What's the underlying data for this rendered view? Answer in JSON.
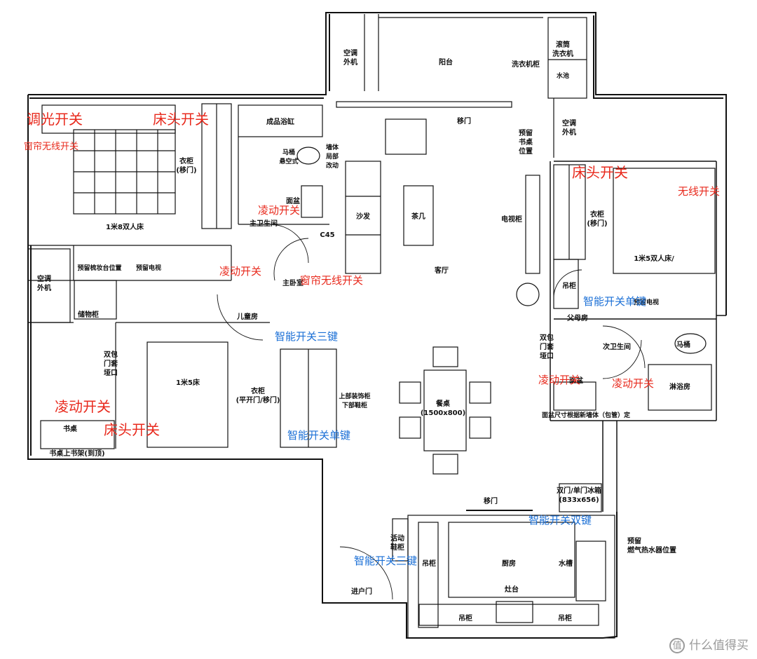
{
  "rooms": {
    "balcony": "阳台",
    "drum_washer": "滚筒\n洗衣机",
    "washer_cabinet": "洗衣机柜",
    "sink_pool": "水池",
    "ac_out_top": "空调\n外机",
    "ac_out_right": "空调\n外机",
    "ac_out_left": "空调\n外机",
    "sliding_door_top": "移门",
    "desk_reserved": "预留\n书桌\n位置",
    "bathtub": "成品浴缸",
    "toilet_wall": "马桶\n悬空式",
    "wall_mod": "墙体\n局部\n改动",
    "wardrobe_master": "衣柜\n(移门)",
    "bed_master": "1米8双人床",
    "basin_master": "面盆",
    "master_bath": "主卫生间",
    "c45": "C45",
    "sofa": "沙发",
    "coffee_table": "茶几",
    "tv_cabinet": "电视柜",
    "living": "客厅",
    "vanity_reserved": "预留梳妆台位置",
    "tv_reserved": "预留电视",
    "master_bedroom": "主卧室",
    "storage": "储物柜",
    "double_door": "双包\n门套\n垭口",
    "kids_room": "儿童房",
    "bed_kid": "1米5床",
    "wardrobe_kid": "衣柜\n(平开门/移门)",
    "deco_cab": "上部装饰柜\n下部鞋柜",
    "desk": "书桌",
    "bookshelf": "书桌上书架(到顶)",
    "dining": "餐桌\n(1500x800)",
    "wardrobe_parent": "衣柜\n(移门)",
    "bed_parent": "1米5双人床/",
    "hang_cab_parent": "吊柜",
    "tv_parent": "预留电视",
    "parents_room": "父母房",
    "double_door_parent": "双包\n门套\n垭口",
    "second_bath": "次卫生间",
    "toilet2": "马桶",
    "shower": "淋浴房",
    "basin2": "面盆",
    "basin_note": "面盆尺寸根据新墙体（包管）定",
    "fridge": "双门/单门冰箱\n(833x656)",
    "sliding_door_kitchen": "移门",
    "shoe_cab": "活动\n鞋柜",
    "hang_cab_k1": "吊柜",
    "kitchen": "厨房",
    "sink_kitchen": "水槽",
    "stove": "灶台",
    "hang_cab_k2": "吊柜",
    "hang_cab_k3": "吊柜",
    "water_heater": "预留\n燃气热水器位置",
    "entrance": "进户门"
  },
  "annotations": {
    "dimmer": "调光开关",
    "bedside_master": "床头开关",
    "curtain_master": "窗帘无线开关",
    "rolling_master_bath": "凌动开关",
    "rolling_master": "凌动开关",
    "curtain_living": "窗帘无线开关",
    "bedside_parent": "床头开关",
    "wireless_parent": "无线开关",
    "smart_single_parent": "智能开关单键",
    "rolling_bath2_a": "凌动开关",
    "rolling_bath2_b": "凌动开关",
    "smart_triple_kid": "智能开关三键",
    "rolling_kid": "凌动开关",
    "bedside_kid": "床头开关",
    "smart_single_dining": "智能开关单键",
    "smart_double_kitchen": "智能开关双键",
    "smart_triple_entry": "智能开关三键"
  },
  "colors": {
    "annotation_red": "#e8291c",
    "annotation_blue": "#1a6fd6",
    "wall": "#111111"
  },
  "watermark": {
    "text": "什么值得买",
    "icon": "zhi-logo-icon",
    "logo_char": "值"
  }
}
